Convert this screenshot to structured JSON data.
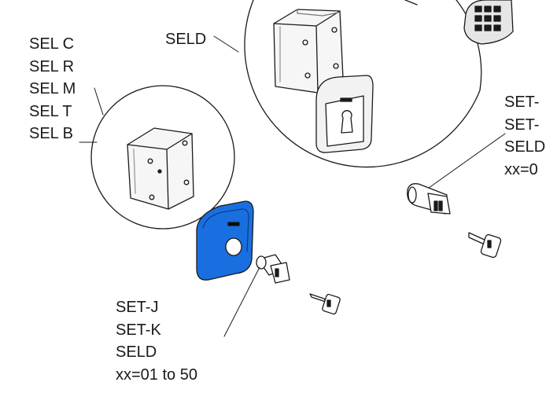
{
  "labels": {
    "left_group": [
      "SEL C",
      "SEL R",
      "SEL M",
      "SEL T",
      "SEL B"
    ],
    "top_center": "SELD",
    "right_group": [
      "SET-",
      "SET-",
      "SELD",
      "xx=0"
    ],
    "bottom_group": [
      "SET-J",
      "SET-K",
      "SELD",
      "xx=01 to 50"
    ]
  },
  "colors": {
    "highlight_part": "#1a6fe0",
    "outline": "#1a1a1a",
    "shade": "#d8d8d8"
  }
}
